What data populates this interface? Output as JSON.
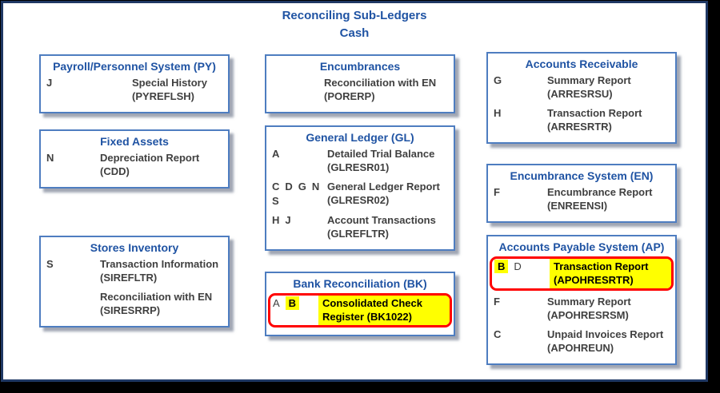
{
  "title": {
    "line1": "Reconciling Sub-Ledgers",
    "line2": "Cash"
  },
  "colors": {
    "accent-blue": "#1F53A3",
    "box-border-blue": "#4E7DC0",
    "outer-border-navy": "#1F3864",
    "body-text": "#404040",
    "highlight-yellow": "#FFFF00",
    "highlight-red": "#FF0000",
    "highlight-text": "#000000"
  },
  "boxes": [
    {
      "name": "payroll-personnel-system",
      "header": "Payroll/Personnel System (PY)",
      "entries": [
        {
          "highlight": false,
          "letters": [
            {
              "text": "J",
              "highlight": false
            }
          ],
          "lines": [
            "Special History",
            "(PYREFLSH)"
          ]
        }
      ]
    },
    {
      "name": "fixed-assets",
      "header": "Fixed Assets",
      "entries": [
        {
          "highlight": false,
          "letters": [
            {
              "text": "N",
              "highlight": false
            }
          ],
          "lines": [
            "Depreciation Report",
            "(CDD)"
          ]
        }
      ]
    },
    {
      "name": "stores-inventory",
      "header": "Stores Inventory",
      "entries": [
        {
          "highlight": false,
          "letters": [
            {
              "text": "S",
              "highlight": false
            }
          ],
          "lines": [
            "Transaction Information",
            "(SIREFLTR)"
          ]
        },
        {
          "highlight": false,
          "letters": [],
          "lines": [
            "Reconciliation with EN",
            "(SIRESRRP)"
          ]
        }
      ]
    },
    {
      "name": "encumbrances",
      "header": "Encumbrances",
      "entries": [
        {
          "highlight": false,
          "letters": [],
          "lines": [
            "Reconciliation with EN",
            "(PORERP)"
          ]
        }
      ]
    },
    {
      "name": "general-ledger",
      "header": "General Ledger (GL)",
      "entries": [
        {
          "highlight": false,
          "letters": [
            {
              "text": "A",
              "highlight": false
            }
          ],
          "lines": [
            "Detailed Trial Balance",
            "(GLRESR01)"
          ]
        },
        {
          "highlight": false,
          "letters": [
            {
              "text": "C",
              "highlight": false
            },
            {
              "text": "D",
              "highlight": false
            },
            {
              "text": "G",
              "highlight": false
            },
            {
              "text": "N",
              "highlight": false
            },
            {
              "text": "S",
              "highlight": false
            }
          ],
          "lines": [
            "General Ledger Report",
            "(GLRESR02)"
          ]
        },
        {
          "highlight": false,
          "letters": [
            {
              "text": "H",
              "highlight": false
            },
            {
              "text": "J",
              "highlight": false
            }
          ],
          "lines": [
            "Account Transactions",
            "(GLREFLTR)"
          ]
        }
      ]
    },
    {
      "name": "bank-reconciliation",
      "header": "Bank Reconciliation (BK)",
      "entries": [
        {
          "highlight": true,
          "letters": [
            {
              "text": "A",
              "highlight": false
            },
            {
              "text": "B",
              "highlight": true
            }
          ],
          "lines": [
            "Consolidated Check",
            "Register (BK1022)"
          ]
        }
      ]
    },
    {
      "name": "accounts-receivable",
      "header": "Accounts Receivable",
      "entries": [
        {
          "highlight": false,
          "letters": [
            {
              "text": "G",
              "highlight": false
            }
          ],
          "lines": [
            "Summary Report",
            "(ARRESRSU)"
          ]
        },
        {
          "highlight": false,
          "letters": [
            {
              "text": "H",
              "highlight": false
            }
          ],
          "lines": [
            "Transaction Report",
            "(ARRESRTR)"
          ]
        }
      ]
    },
    {
      "name": "encumbrance-system",
      "header": "Encumbrance System (EN)",
      "entries": [
        {
          "highlight": false,
          "letters": [
            {
              "text": "F",
              "highlight": false
            }
          ],
          "lines": [
            "Encumbrance Report",
            "(ENREENSI)"
          ]
        }
      ]
    },
    {
      "name": "accounts-payable-system",
      "header": "Accounts Payable System (AP)",
      "entries": [
        {
          "highlight": true,
          "letters": [
            {
              "text": "B",
              "highlight": true
            },
            {
              "text": "D",
              "highlight": false
            }
          ],
          "lines": [
            "Transaction Report",
            "(APOHRESRTR)"
          ]
        },
        {
          "highlight": false,
          "letters": [
            {
              "text": "F",
              "highlight": false
            }
          ],
          "lines": [
            "Summary Report",
            "(APOHRESRSM)"
          ]
        },
        {
          "highlight": false,
          "letters": [
            {
              "text": "C",
              "highlight": false
            }
          ],
          "lines": [
            "Unpaid Invoices Report",
            "(APOHREUN)"
          ]
        }
      ]
    }
  ]
}
